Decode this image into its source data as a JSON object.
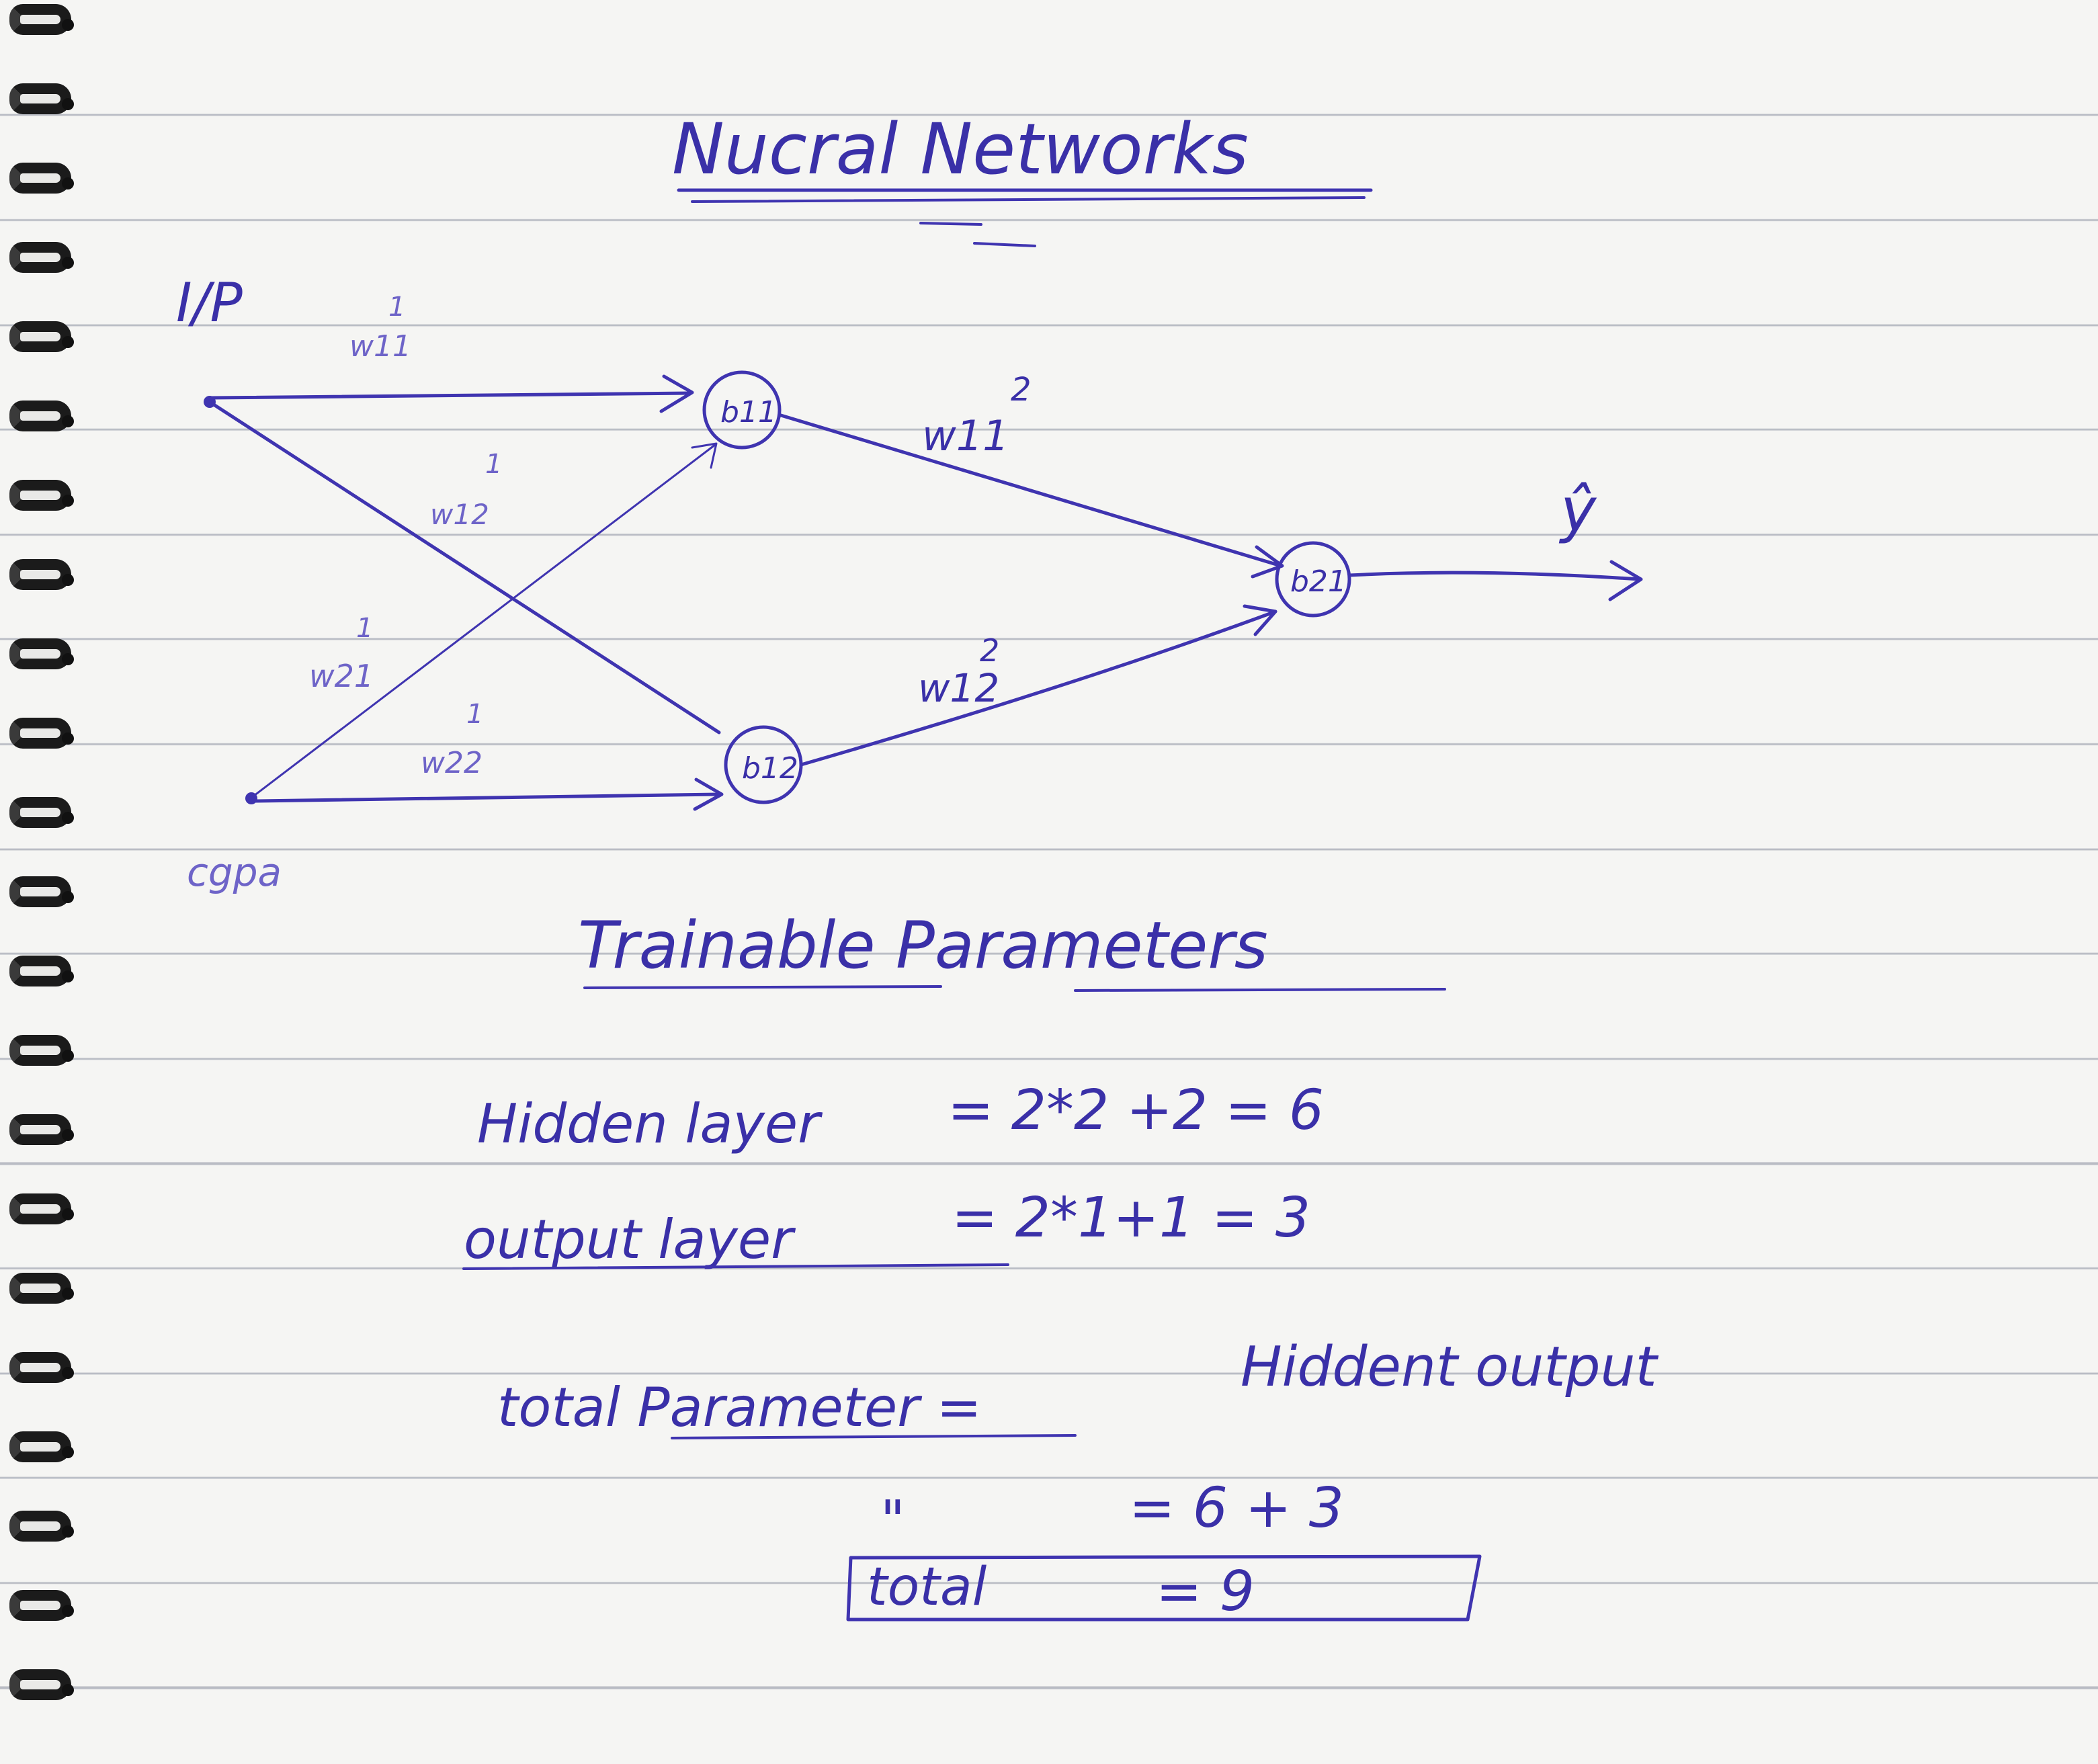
{
  "title": "Nucral Networks",
  "diagram": {
    "input_label": "I/P",
    "input_sub_label": "cgpa",
    "nodes": {
      "hidden_1": "b11",
      "hidden_2": "b12",
      "output": "b21"
    },
    "weights": {
      "w1_11": {
        "base": "w11",
        "sup": "1"
      },
      "w1_12": {
        "base": "w12",
        "sup": "1"
      },
      "w1_21": {
        "base": "w21",
        "sup": "1"
      },
      "w1_22": {
        "base": "w22",
        "sup": "1"
      },
      "w2_11": {
        "base": "w11",
        "sup": "2"
      },
      "w2_12": {
        "base": "w12",
        "sup": "2"
      }
    },
    "output_label": "ŷ"
  },
  "section_title": "Trainable Parameters",
  "equations": {
    "hidden": {
      "label": "Hidden layer",
      "expr": "= 2*2 +2 = 6"
    },
    "output": {
      "label": "output layer",
      "expr": "= 2*1+1 = 3"
    },
    "total_label": "total Parameter =",
    "total_terms": "Hiddent output",
    "ditto": "\"",
    "ditto_expr": "=    6  + 3",
    "total_box_label": "total",
    "total_box_value": "=    9"
  },
  "colors": {
    "ink": "#3f34b0",
    "paper": "#f5f5f3",
    "rule": "#b9bcc4",
    "spiral": "#1b1b1b"
  }
}
